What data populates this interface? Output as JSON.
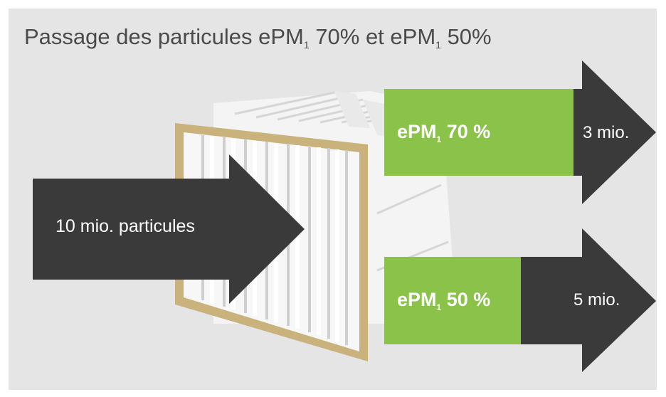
{
  "title": {
    "prefix": "Passage des particules ePM",
    "sub1": "1",
    "mid": " 70% et ePM",
    "sub2": "1",
    "suffix": " 50%"
  },
  "input_arrow": {
    "label": "10 mio. particules"
  },
  "outputs": [
    {
      "box_prefix": "ePM",
      "box_sub": "1",
      "box_suffix": " 70 %",
      "result": "3 mio."
    },
    {
      "box_prefix": "ePM",
      "box_sub": "1",
      "box_suffix": " 50 %",
      "result": "5 mio."
    }
  ],
  "colors": {
    "panel": "#e5e5e5",
    "arrow": "#3a3a3a",
    "green": "#8bc34a",
    "frame": "#c9b27c"
  }
}
